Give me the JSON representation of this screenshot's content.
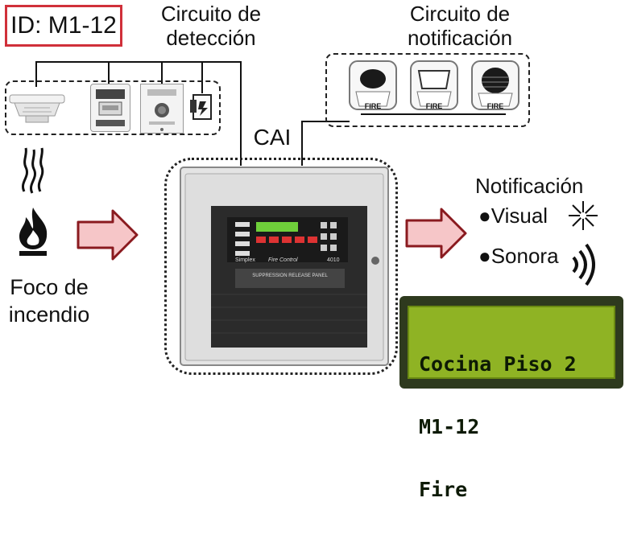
{
  "id_label": "ID: M1-12",
  "detection_circuit": {
    "line1": "Circuito de",
    "line2": "detección"
  },
  "notification_circuit": {
    "line1": "Circuito de",
    "line2": "notificación",
    "device_label": "FIRE"
  },
  "panel": {
    "label": "CAI",
    "brand": "Simplex",
    "model": "Fire Control",
    "series": "4010",
    "plate": "SUPPRESSION RELEASE PANEL"
  },
  "fire_source": {
    "line1": "Foco de",
    "line2": "incendio"
  },
  "notification": {
    "title": "Notificación",
    "visual": "●Visual",
    "sonora": "●Sonora"
  },
  "lcd": {
    "line1": "Cocina Piso 2",
    "line2": "M1-12",
    "line3": "Fire"
  },
  "colors": {
    "id_border": "#d0303a",
    "arrow_fill": "#f6c6c8",
    "arrow_stroke": "#8a1a1f",
    "lcd_bg": "#8fb324"
  }
}
